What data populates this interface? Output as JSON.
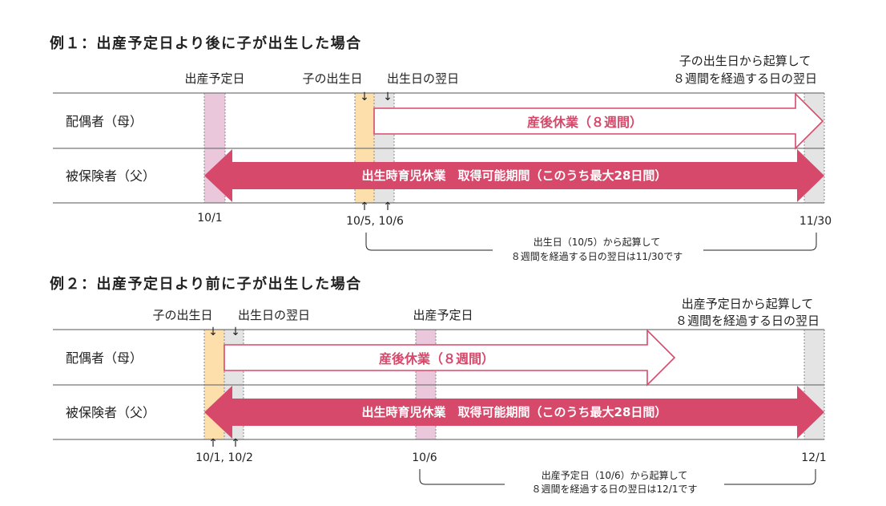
{
  "ex1": {
    "heading": "例１：出産予定日より後に子が出生した場合",
    "label_due": "出産予定日",
    "label_birth": "子の出生日",
    "label_next": "出生日の翌日",
    "label_end_1": "子の出生日から起算して",
    "label_end_2": "８週間を経過する日の翌日",
    "row_mother": "配偶者（母）",
    "row_father": "被保険者（父）",
    "postpartum": "産後休業（８週間）",
    "childcare": "出生時育児休業　取得可能期間（このうち最大28日間）",
    "date_due": "10/1",
    "date_birth_next": "10/5, 10/6",
    "date_end": "11/30",
    "note_1": "出生日（10/5）から起算して",
    "note_2": "８週間を経過する日の翌日は11/30です",
    "arrow_glyph": "↓",
    "up_glyph": "↑"
  },
  "ex2": {
    "heading": "例２：出産予定日より前に子が出生した場合",
    "label_birth": "子の出生日",
    "label_next": "出生日の翌日",
    "label_due": "出産予定日",
    "label_end_1": "出産予定日から起算して",
    "label_end_2": "８週間を経過する日の翌日",
    "row_mother": "配偶者（母）",
    "row_father": "被保険者（父）",
    "postpartum": "産後休業（８週間）",
    "childcare": "出生時育児休業　取得可能期間（このうち最大28日間）",
    "date_birth_next": "10/1, 10/2",
    "date_due": "10/6",
    "date_end": "12/1",
    "note_1": "出産予定日（10/6）から起算して",
    "note_2": "８週間を経過する日の翌日は12/1です",
    "arrow_glyph": "↓",
    "up_glyph": "↑"
  },
  "colors": {
    "pink_arrow": "#d6496b",
    "due_col": "#ebc7dc",
    "birth_col": "#fddfac",
    "grey_col": "#e4e4e4"
  }
}
